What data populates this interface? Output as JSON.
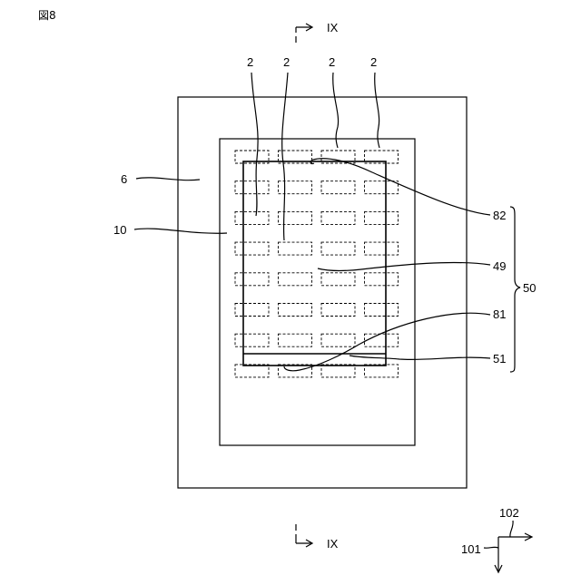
{
  "figure_label": "図8",
  "section": {
    "label_top": "IX",
    "label_bottom": "IX"
  },
  "labels": {
    "ref_2": "2",
    "ref_6": "6",
    "ref_10": "10",
    "ref_82": "82",
    "ref_49": "49",
    "ref_81": "81",
    "ref_51": "51",
    "ref_50": "50",
    "ref_101": "101",
    "ref_102": "102"
  },
  "grid": {
    "rows": 8,
    "cols": 4
  }
}
